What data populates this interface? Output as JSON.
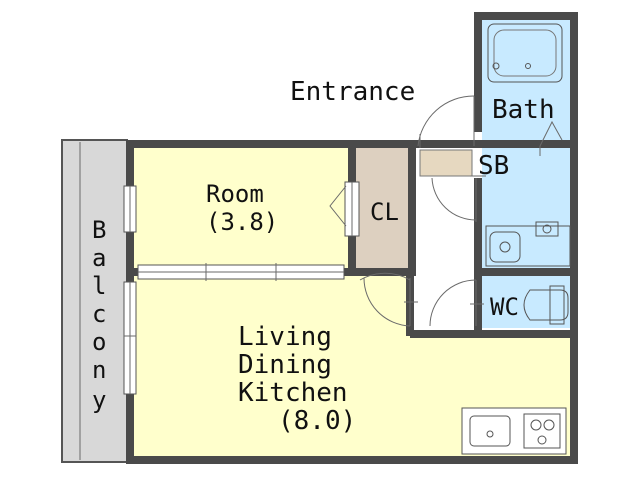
{
  "plan": {
    "labels": {
      "entrance": "Entrance",
      "bath": "Bath",
      "sb": "SB",
      "room_line1": "Room",
      "room_line2": "(3.8)",
      "cl": "CL",
      "wc": "WC",
      "ldk_line1": "Living",
      "ldk_line2": "Dining",
      "ldk_line3": "Kitchen",
      "ldk_line4": "(8.0)",
      "balcony_letters": [
        "B",
        "a",
        "l",
        "c",
        "o",
        "n",
        "y"
      ]
    },
    "colors": {
      "room_floor": "#ffffcc",
      "wet_area": "#c8eaff",
      "closet": "#ddd0c0",
      "balcony": "#d8d8d8",
      "entrance": "#ffffff",
      "wall": "#4a4a4a",
      "shoe_box": "#e6d8c0"
    }
  }
}
